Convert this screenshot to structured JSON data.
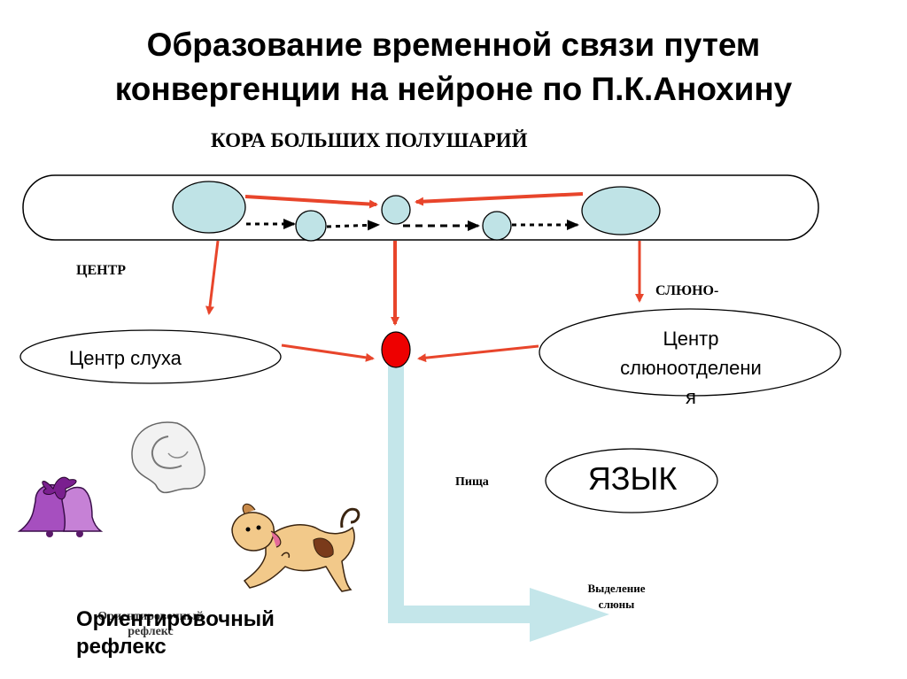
{
  "title": {
    "line1": "Образование временной связи путем",
    "line2": "конвергенции на нейроне по П.К.Анохину"
  },
  "labels": {
    "cortex": "КОРА БОЛЬШИХ ПОЛУШАРИЙ",
    "center": "ЦЕНТР",
    "salivary_prefix": "СЛЮНО-",
    "hearing_center": "Центр слуха",
    "salivation_center_line1": "Центр",
    "salivation_center_line2": "слюноотделени",
    "salivation_center_line3": "я",
    "tongue": "ЯЗЫК",
    "food": "Пища",
    "saliva_secretion_line1": "Выделение",
    "saliva_secretion_line2": "слюны",
    "orienting_reflex_small_line1": "Ориентировочный",
    "orienting_reflex_small_line2": "рефлекс",
    "orienting_reflex_line1": "Ориентировочный",
    "orienting_reflex_line2": "рефлекс"
  },
  "colors": {
    "neuron_fill": "#bfe3e6",
    "arrow_red": "#e8452b",
    "node_red": "#ee0000",
    "efferent_path": "#c4e6ea",
    "bell_purple": "#8a2f9e",
    "dog_fill": "#f2c98a"
  },
  "icons": [
    "ear-icon",
    "bell-icon",
    "dog-icon"
  ]
}
